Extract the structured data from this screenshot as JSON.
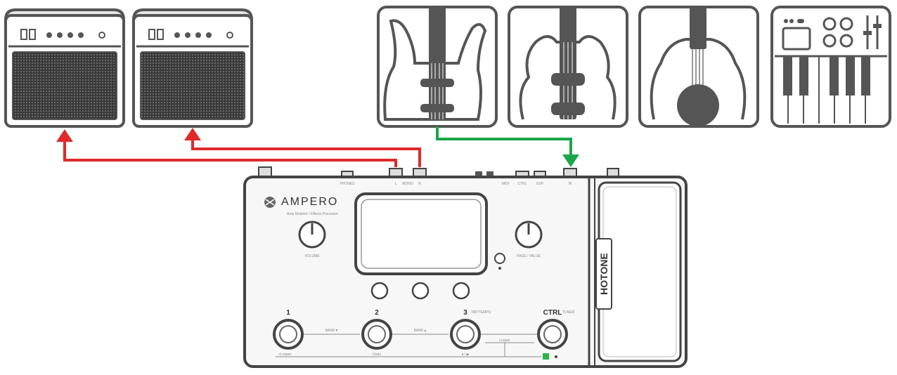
{
  "colors": {
    "output_cable": "#e02a2a",
    "input_cable": "#1aa64a",
    "outline": "#444444",
    "panel": "#f4f4f4",
    "led_green": "#2fb34a"
  },
  "amps": [
    {
      "id": "amp-left",
      "icon": "amp-icon"
    },
    {
      "id": "amp-right",
      "icon": "amp-icon"
    }
  ],
  "instruments": [
    {
      "id": "electric-guitar",
      "icon": "electric-guitar-icon"
    },
    {
      "id": "electric-bass",
      "icon": "bass-guitar-icon"
    },
    {
      "id": "acoustic-guitar",
      "icon": "acoustic-guitar-icon"
    },
    {
      "id": "keyboard",
      "icon": "keyboard-synth-icon"
    }
  ],
  "device": {
    "brand_logo": "AMPERO",
    "subtitle": "Amp Modeler / Effects Processor",
    "vendor": "HOTONE",
    "knob_left_label": "VOLUME",
    "knob_right_label": "PAGE / VALUE",
    "footswitches": [
      "1",
      "2",
      "3",
      "CTRL"
    ],
    "bank_down": "BANK▼",
    "bank_up": "BANK▲",
    "tap_tempo": "TAP/TEMPO",
    "tuner": "TUNER",
    "looper": "Looper",
    "bottom_left": "<Looper",
    "bottom_mid": "Undo",
    "bottom_right": "● / ▶",
    "jack_labels": [
      "L",
      "MONO",
      "R",
      "MIDI",
      "CTRL",
      "EXP",
      "IN",
      "PHONES"
    ]
  }
}
